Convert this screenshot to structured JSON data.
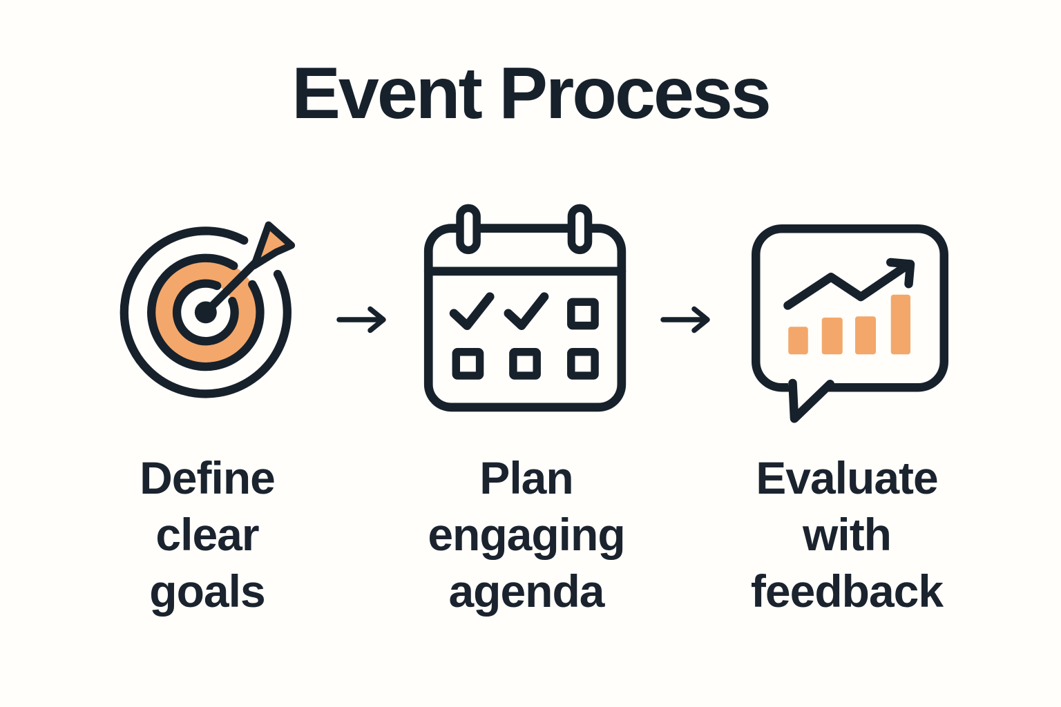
{
  "title": "Event Process",
  "colors": {
    "ink": "#17212b",
    "accent_orange": "#f4a76a",
    "background": "#fffefa"
  },
  "steps": [
    {
      "id": "define-goals",
      "icon": "target-arrow-icon",
      "label": "Define\nclear\ngoals"
    },
    {
      "id": "plan-agenda",
      "icon": "calendar-checklist-icon",
      "label": "Plan\nengaging\nagenda"
    },
    {
      "id": "evaluate-feedback",
      "icon": "feedback-chart-bubble-icon",
      "label": "Evaluate\nwith\nfeedback"
    }
  ],
  "connectors": [
    {
      "icon": "right-arrow-icon"
    },
    {
      "icon": "right-arrow-icon"
    }
  ]
}
